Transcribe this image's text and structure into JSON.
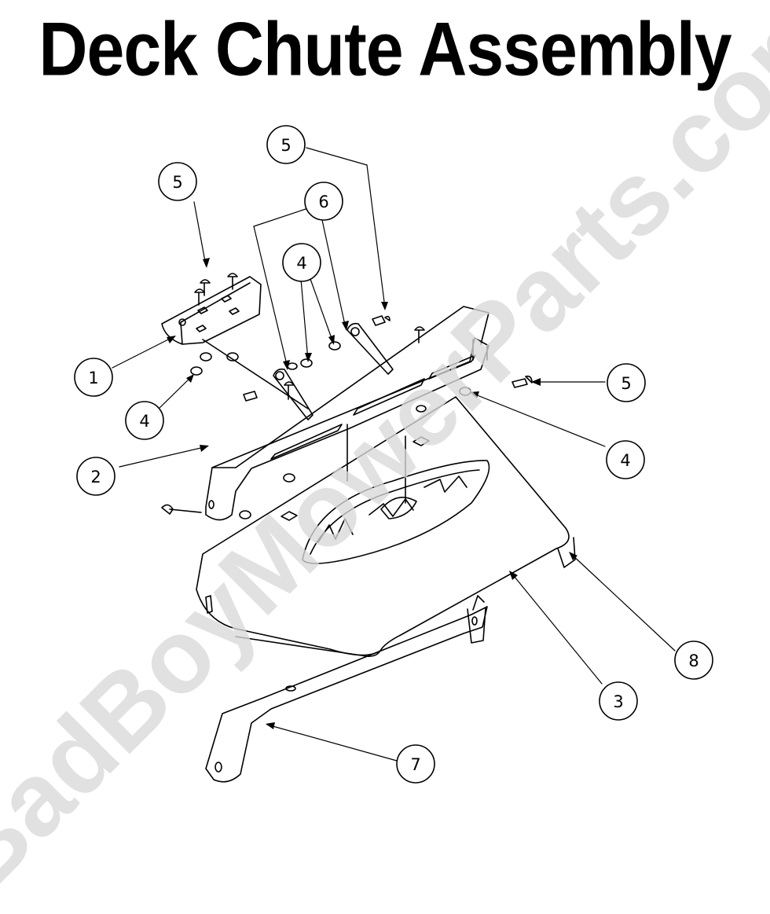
{
  "title": "Deck Chute Assembly",
  "watermark": "BadBoyMowerParts.com",
  "callouts": [
    {
      "id": "c1",
      "label": "1"
    },
    {
      "id": "c2",
      "label": "2"
    },
    {
      "id": "c3",
      "label": "3"
    },
    {
      "id": "c4a",
      "label": "4"
    },
    {
      "id": "c4b",
      "label": "4"
    },
    {
      "id": "c4c",
      "label": "4"
    },
    {
      "id": "c5a",
      "label": "5"
    },
    {
      "id": "c5b",
      "label": "5"
    },
    {
      "id": "c5c",
      "label": "5"
    },
    {
      "id": "c6",
      "label": "6"
    },
    {
      "id": "c7",
      "label": "7"
    },
    {
      "id": "c8",
      "label": "8"
    }
  ]
}
